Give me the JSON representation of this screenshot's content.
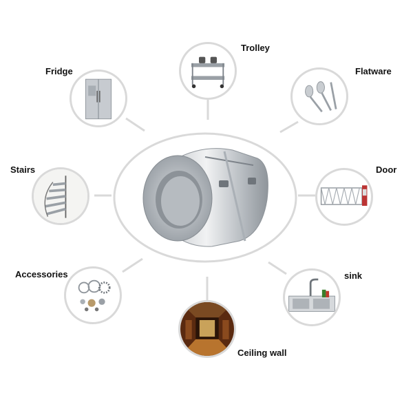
{
  "labels": {
    "trolley": "Trolley",
    "fridge": "Fridge",
    "flatware": "Flatware",
    "stairs": "Stairs",
    "door": "Door",
    "accessories": "Accessories",
    "sink": "sink",
    "ceiling_wall": "Ceiling wall"
  },
  "colors": {
    "connector": "#d9d9d9",
    "steel_light": "#e6e8eb",
    "steel_dark": "#9aa0a6",
    "wood": "#8a4a1e"
  },
  "icons": {
    "center": "steel-coil-icon",
    "trolley": "trolley-icon",
    "fridge": "fridge-icon",
    "flatware": "flatware-icon",
    "stairs": "stairs-icon",
    "door": "door-icon",
    "accessories": "accessories-icon",
    "sink": "sink-icon",
    "ceiling_wall": "ceiling-wall-icon"
  }
}
